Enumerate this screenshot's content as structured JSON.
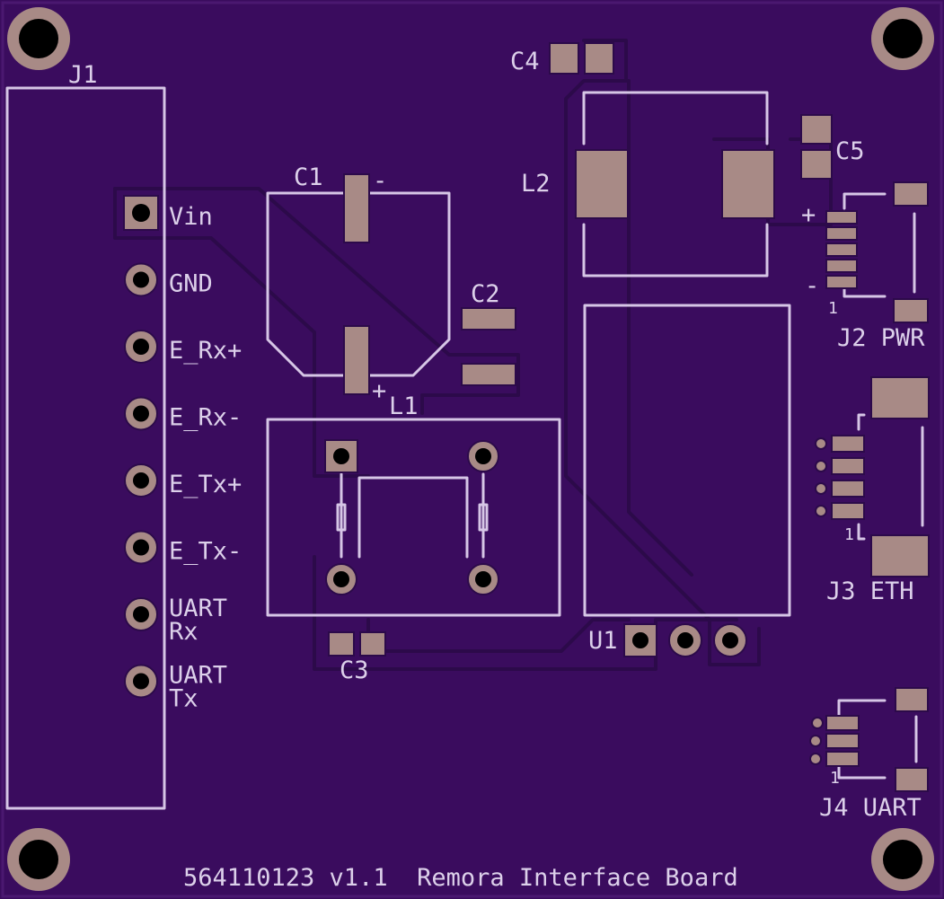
{
  "board": {
    "footer": "564110123 v1.1  Remora Interface Board",
    "colors": {
      "board": "#3a0c5e",
      "silkscreen": "#d6c6e6",
      "pad": "#a88a86",
      "trace": "#2c0a4a"
    }
  },
  "connectors": {
    "J1": {
      "ref": "J1",
      "pins": [
        "Vin",
        "GND",
        "E_Rx+",
        "E_Rx-",
        "E_Tx+",
        "E_Tx-",
        "UART Rx",
        "UART Tx"
      ],
      "pin_lines": [
        [
          "Vin"
        ],
        [
          "GND"
        ],
        [
          "E_Rx+"
        ],
        [
          "E_Rx-"
        ],
        [
          "E_Tx+"
        ],
        [
          "E_Tx-"
        ],
        [
          "UART",
          "Rx"
        ],
        [
          "UART",
          "Tx"
        ]
      ]
    },
    "J2": {
      "ref": "J2 PWR",
      "plus": "+",
      "minus": "-",
      "pin1": "1"
    },
    "J3": {
      "ref": "J3 ETH",
      "pin1": "1"
    },
    "J4": {
      "ref": "J4 UART",
      "pin1": "1"
    }
  },
  "components": {
    "C1": {
      "ref": "C1",
      "minus": "-",
      "plus": "+"
    },
    "C2": {
      "ref": "C2"
    },
    "C3": {
      "ref": "C3"
    },
    "C4": {
      "ref": "C4"
    },
    "C5": {
      "ref": "C5"
    },
    "L1": {
      "ref": "L1"
    },
    "L2": {
      "ref": "L2"
    },
    "U1": {
      "ref": "U1"
    }
  }
}
